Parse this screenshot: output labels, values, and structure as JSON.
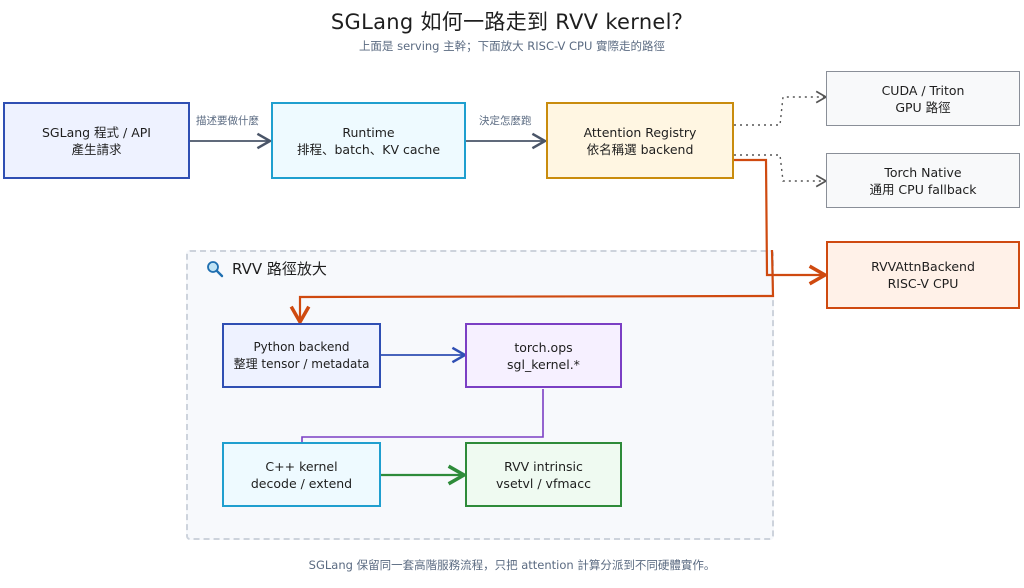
{
  "title": "SGLang 如何一路走到 RVV kernel？",
  "subtitle": "上面是 serving 主幹；下面放大 RISC-V CPU 實際走的路徑",
  "footer": "SGLang 保留同一套高階服務流程，只把 attention 計算分派到不同硬體實作。",
  "zone": {
    "title": "RVV 路徑放大",
    "icon": "magnifier-icon"
  },
  "nodes": {
    "sglang": {
      "line1": "SGLang 程式 / API",
      "line2": "產生請求",
      "color": "#2f4fb3"
    },
    "runtime": {
      "line1": "Runtime",
      "line2": "排程、batch、KV cache",
      "color": "#1f9fcf"
    },
    "registry": {
      "line1": "Attention Registry",
      "line2": "依名稱選 backend",
      "color": "#c98c0d"
    },
    "cuda": {
      "line1": "CUDA / Triton",
      "line2": "GPU 路徑",
      "color": "#8a8f98"
    },
    "torch_native": {
      "line1": "Torch Native",
      "line2": "通用 CPU fallback",
      "color": "#8a8f98"
    },
    "rvv_backend": {
      "line1": "RVVAttnBackend",
      "line2": "RISC-V CPU",
      "color": "#cf4a10"
    },
    "python_backend": {
      "line1": "Python backend",
      "line2": "整理 tensor / metadata",
      "color": "#2f4fb3"
    },
    "torch_ops": {
      "line1": "torch.ops",
      "line2": "sgl_kernel.*",
      "color": "#7b3fc4"
    },
    "cpp_kernel": {
      "line1": "C++ kernel",
      "line2": "decode / extend",
      "color": "#1f9fcf"
    },
    "rvv_intrinsic": {
      "line1": "RVV intrinsic",
      "line2": "vsetvl / vfmacc",
      "color": "#2e8b3a"
    }
  },
  "edges": {
    "sglang_runtime": "描述要做什麼",
    "runtime_registry": "決定怎麼跑"
  },
  "colors": {
    "main_arrow": "#4a5568",
    "rvv_path": "#cf4a10",
    "python_to_ops": "#2f4fb3",
    "ops_to_cpp": "#7b3fc4",
    "cpp_to_intrinsic": "#2e8b3a"
  }
}
